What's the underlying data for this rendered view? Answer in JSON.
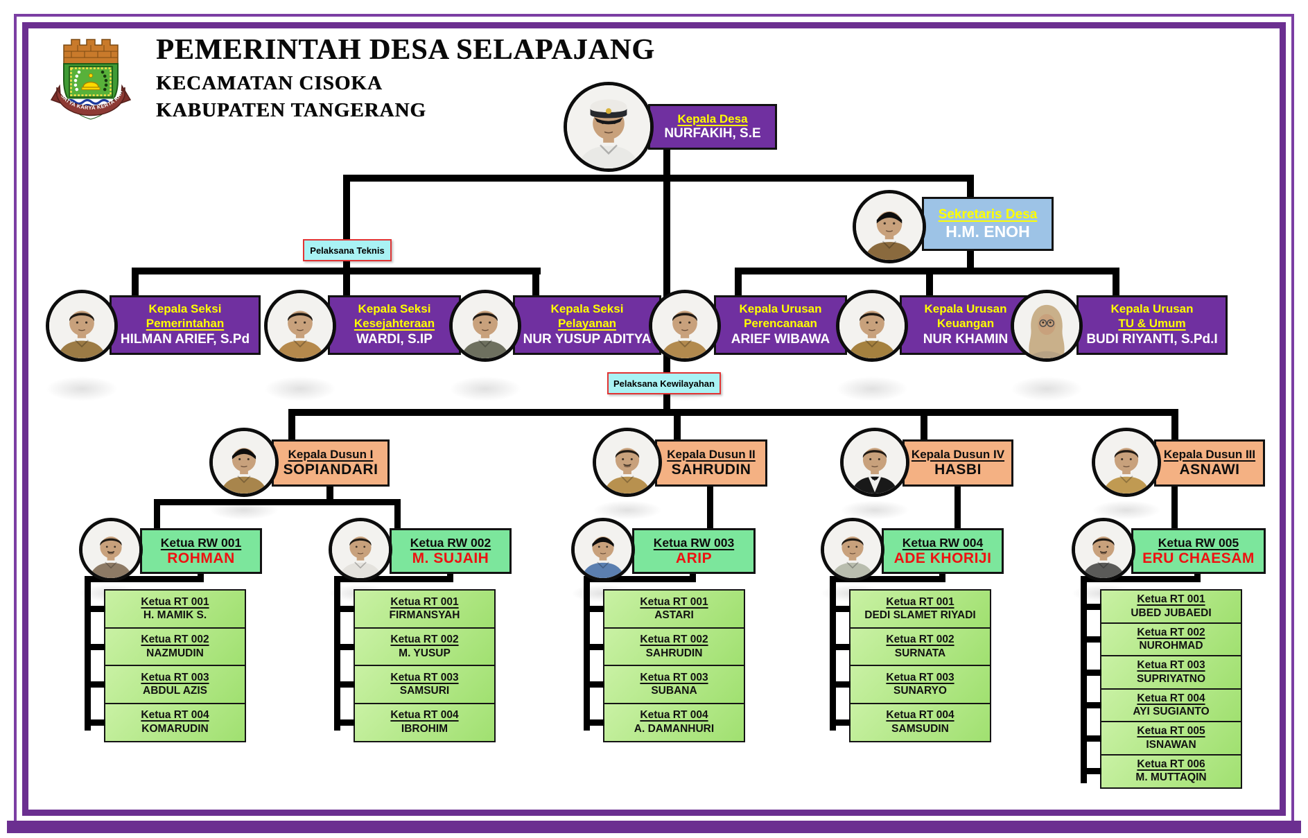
{
  "header": {
    "line1": "PEMERINTAH DESA SELAPAJANG",
    "line2": "KECAMATAN CISOKA",
    "line3": "KABUPATEN TANGERANG",
    "logo_motto": "SATYA KARYA KERTA RAHARJA"
  },
  "labels": {
    "pelaksana_teknis": "Pelaksana Teknis",
    "pelaksana_kewilayahan": "Pelaksana Kewilayahan"
  },
  "colors": {
    "purple": "#7030A0",
    "light_blue": "#9DC3E6",
    "orange": "#F4B183",
    "green": "#7CE69C",
    "light_green": "#A9E47E",
    "cyan_label": "#A9F2F4",
    "label_border_red": "#E23333",
    "name_red": "#EE1111",
    "title_yellow": "#FFFF00",
    "line_black": "#000000",
    "frame_purple": "#6B2F90"
  },
  "nodes": {
    "kepala_desa": {
      "title": "Kepala Desa",
      "name": "NURFAKIH, S.E"
    },
    "sekretaris": {
      "title": "Sekretaris Desa",
      "name": "H.M. ENOH"
    },
    "seksi": [
      {
        "title1": "Kepala Seksi",
        "title2": "Pemerintahan",
        "name": "HILMAN ARIEF, S.Pd"
      },
      {
        "title1": "Kepala Seksi",
        "title2": "Kesejahteraan",
        "name": "WARDI, S.IP"
      },
      {
        "title1": "Kepala Seksi",
        "title2": "Pelayanan",
        "name": "NUR YUSUP ADITYA"
      }
    ],
    "urusan": [
      {
        "title1": "Kepala Urusan",
        "title2": "Perencanaan",
        "name": "ARIEF WIBAWA"
      },
      {
        "title1": "Kepala Urusan",
        "title2": "Keuangan",
        "name": "NUR KHAMIN"
      },
      {
        "title1": "Kepala Urusan",
        "title2": "TU & Umum",
        "name": "BUDI RIYANTI, S.Pd.I"
      }
    ],
    "dusun": [
      {
        "title": "Kepala Dusun I",
        "name": "SOPIANDARI"
      },
      {
        "title": "Kepala Dusun II",
        "name": "SAHRUDIN"
      },
      {
        "title": "Kepala Dusun IV",
        "name": "HASBI"
      },
      {
        "title": "Kepala Dusun III",
        "name": "ASNAWI"
      }
    ],
    "rw": [
      {
        "title": "Ketua RW 001",
        "name": "ROHMAN"
      },
      {
        "title": "Ketua RW 002",
        "name": "M. SUJAIH"
      },
      {
        "title": "Ketua RW 003",
        "name": "ARIP"
      },
      {
        "title": "Ketua RW 004",
        "name": "ADE KHORIJI"
      },
      {
        "title": "Ketua RW 005",
        "name": "ERU CHAESAM"
      }
    ]
  },
  "rt": [
    [
      {
        "title": "Ketua RT 001",
        "name": "H. MAMIK S."
      },
      {
        "title": "Ketua RT 002",
        "name": "NAZMUDIN"
      },
      {
        "title": "Ketua RT 003",
        "name": "ABDUL AZIS"
      },
      {
        "title": "Ketua RT 004",
        "name": "KOMARUDIN"
      }
    ],
    [
      {
        "title": "Ketua RT 001",
        "name": "FIRMANSYAH"
      },
      {
        "title": "Ketua RT 002",
        "name": "M. YUSUP"
      },
      {
        "title": "Ketua RT 003",
        "name": "SAMSURI"
      },
      {
        "title": "Ketua RT 004",
        "name": "IBROHIM"
      }
    ],
    [
      {
        "title": "Ketua RT 001",
        "name": "ASTARI"
      },
      {
        "title": "Ketua RT 002",
        "name": "SAHRUDIN"
      },
      {
        "title": "Ketua RT 003",
        "name": "SUBANA"
      },
      {
        "title": "Ketua RT 004",
        "name": "A. DAMANHURI"
      }
    ],
    [
      {
        "title": "Ketua RT 001",
        "name": "DEDI SLAMET RIYADI"
      },
      {
        "title": "Ketua RT 002",
        "name": "SURNATA"
      },
      {
        "title": "Ketua RT 003",
        "name": "SUNARYO"
      },
      {
        "title": "Ketua RT 004",
        "name": "SAMSUDIN"
      }
    ],
    [
      {
        "title": "Ketua RT 001",
        "name": "UBED JUBAEDI"
      },
      {
        "title": "Ketua RT 002",
        "name": "NUROHMAD"
      },
      {
        "title": "Ketua RT 003",
        "name": "SUPRIYATNO"
      },
      {
        "title": "Ketua RT 004",
        "name": "AYI SUGIANTO"
      },
      {
        "title": "Ketua RT 005",
        "name": "ISNAWAN"
      },
      {
        "title": "Ketua RT 006",
        "name": "M. MUTTAQIN"
      }
    ]
  ],
  "photos": {
    "kepala_desa": {
      "cap": "peaked",
      "shirt": "#e9e9e6"
    },
    "sekretaris": {
      "cap": "peci",
      "shirt": "#8a6a3e"
    },
    "seksi0": {
      "cap": "none",
      "shirt": "#9c7b45"
    },
    "seksi1": {
      "cap": "none",
      "shirt": "#b5894c"
    },
    "seksi2": {
      "cap": "none",
      "shirt": "#6e705f"
    },
    "urusan0": {
      "cap": "none",
      "shirt": "#b28a4e"
    },
    "urusan1": {
      "cap": "none",
      "shirt": "#a5813f"
    },
    "urusan2": {
      "cap": "hijab",
      "shirt": "#b7a284",
      "wrap": "#c9b08a",
      "glasses": true
    },
    "dusun0": {
      "cap": "peci",
      "shirt": "#a8854c"
    },
    "dusun1": {
      "cap": "none",
      "shirt": "#b8914f",
      "mustache": true
    },
    "dusun2": {
      "cap": "none",
      "shirt": "#191919",
      "suit": true
    },
    "dusun3": {
      "cap": "none",
      "shirt": "#c09a52"
    },
    "rw0": {
      "cap": "none",
      "shirt": "#8d7a65",
      "mustache": true
    },
    "rw1": {
      "cap": "none",
      "shirt": "#e4e2dd"
    },
    "rw2": {
      "cap": "peci",
      "shirt": "#5b7fb0"
    },
    "rw3": {
      "cap": "none",
      "shirt": "#b9bdae"
    },
    "rw4": {
      "cap": "none",
      "shirt": "#5a5a58",
      "mustache": true
    }
  }
}
